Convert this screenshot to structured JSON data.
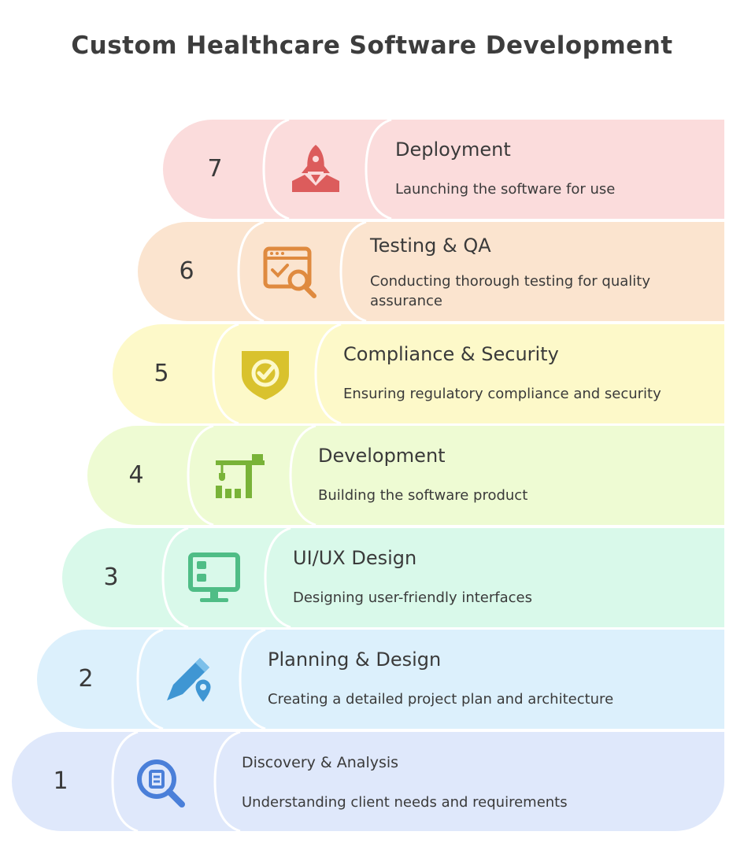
{
  "title": "Custom Healthcare Software Development",
  "steps": [
    {
      "number": "1",
      "heading": "Discovery & Analysis",
      "description": "Understanding client needs and requirements",
      "icon": "search-document-icon",
      "color": "#dfe8fb",
      "accent": "#4a7fd9"
    },
    {
      "number": "2",
      "heading": "Planning & Design",
      "description": "Creating a detailed project plan and architecture",
      "icon": "pencil-location-icon",
      "color": "#dcf0fc",
      "accent": "#3f96d3"
    },
    {
      "number": "3",
      "heading": "UI/UX Design",
      "description": "Designing user-friendly interfaces",
      "icon": "monitor-icon",
      "color": "#d9f9ea",
      "accent": "#4fbd86"
    },
    {
      "number": "4",
      "heading": "Development",
      "description": "Building the software product",
      "icon": "crane-icon",
      "color": "#eefbd3",
      "accent": "#79b338"
    },
    {
      "number": "5",
      "heading": "Compliance & Security",
      "description": "Ensuring regulatory compliance and security",
      "icon": "shield-check-icon",
      "color": "#fdf9c9",
      "accent": "#d9c22d"
    },
    {
      "number": "6",
      "heading": "Testing & QA",
      "description": "Conducting thorough testing for quality assurance",
      "icon": "browser-search-icon",
      "color": "#fbe4cf",
      "accent": "#df8a3f"
    },
    {
      "number": "7",
      "heading": "Deployment",
      "description": "Launching the software for use",
      "icon": "rocket-launch-icon",
      "color": "#fbdcdc",
      "accent": "#dc5c5c"
    }
  ]
}
